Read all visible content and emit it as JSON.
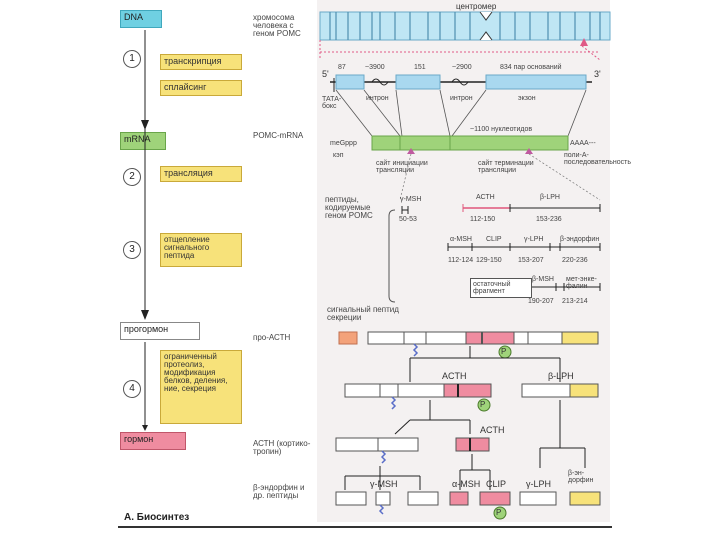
{
  "left_column": {
    "dna": "DNA",
    "mrna": "mRNA",
    "prohormone": "прогормон",
    "hormone": "гормон",
    "steps": [
      "1",
      "2",
      "3",
      "4"
    ],
    "step_boxes": {
      "transcription": "транскрипция",
      "splicing": "сплайсинг",
      "translation": "трансляция",
      "cleavage": "отщепление сигнального пептида",
      "processing": "ограниченный протеолиз, модификация белков, деления, ние, секреция"
    }
  },
  "middle_column": {
    "chromosome": "хромосома человека с геном POMC",
    "pomc_mrna": "POMC-mRNA",
    "peptides": "пептиды, кодируемые геном POMC",
    "signal_peptide": "сигнальный пептид секреции",
    "pro_acth": "про-АСТН",
    "acth": "АСТН (кортико-тропин)",
    "endorphin": "β-эндорфин и др. пептиды"
  },
  "chromosome_bar": {
    "centromere": "центромер"
  },
  "gene": {
    "five_prime": "5'",
    "three_prime": "3'",
    "n87": "87",
    "n3900": "~3900",
    "n151": "151",
    "n2900": "~2900",
    "n834": "834 пар оснований",
    "tata": "ТАТА-бокс",
    "intron1": "интрон",
    "intron2": "интрон",
    "exon": "экзон"
  },
  "mrna_bar": {
    "length": "~1100 нуклеотидов",
    "cap_seq": "meGppp",
    "cap": "кэп",
    "tail": "AAAA---",
    "init_site": "сайт инициации трансляции",
    "term_site": "сайт терминации трансляции",
    "polyA": "поли-А-последовательность"
  },
  "peptide_map": {
    "gamma_msh": "γ-MSH",
    "gamma_range": "50-53",
    "acth": "АСТН",
    "acth_range": "112-150",
    "beta_lph": "β-LPH",
    "beta_range": "153-236",
    "alpha_msh": "α-MSH",
    "alpha_range": "112-124",
    "clip": "CLIP",
    "clip_range": "129-150",
    "gamma_lph": "γ-LPH",
    "gamma_lph_range": "153-207",
    "b_endorphin": "β-эндорфин",
    "b_end_range": "220-236",
    "residual": "остаточный фрагмент",
    "beta_msh": "β-MSH",
    "beta_msh_range": "190-207",
    "met_enk": "мет-энке-фалин",
    "met_range": "213-214"
  },
  "cascade": {
    "p": "P",
    "acth1": "ACTH",
    "beta_lph": "β-LPH",
    "acth2": "ACTH",
    "gamma_msh": "γ-MSH",
    "alpha_msh": "α-MSH",
    "clip": "CLIP",
    "gamma_lph": "γ-LPH",
    "b_end": "β-эн-дорфин"
  },
  "footer": {
    "caption": "А. Биосинтез"
  },
  "colors": {
    "blue": "#a9d8ef",
    "cyan": "#6fd0e2",
    "yellow": "#f7e27a",
    "green": "#9fd37a",
    "pink": "#ef8ca0",
    "orange": "#f3a27a",
    "panel": "#f3f0f0"
  }
}
